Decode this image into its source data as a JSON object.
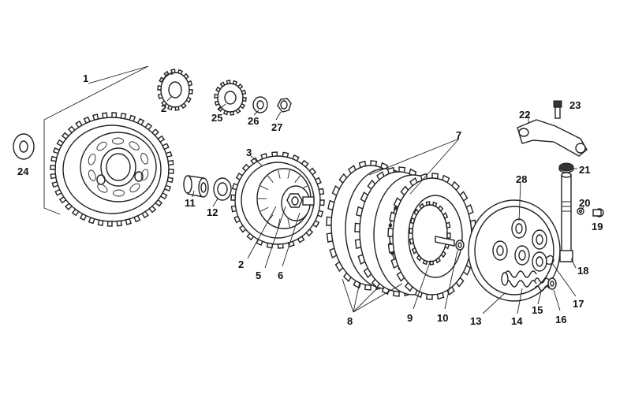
{
  "parts": [
    {
      "key": "p1",
      "label": "1"
    },
    {
      "key": "p2a",
      "label": "2"
    },
    {
      "key": "p2b",
      "label": "2"
    },
    {
      "key": "p3",
      "label": "3"
    },
    {
      "key": "p5",
      "label": "5"
    },
    {
      "key": "p6",
      "label": "6"
    },
    {
      "key": "p7",
      "label": "7"
    },
    {
      "key": "p8",
      "label": "8"
    },
    {
      "key": "p9",
      "label": "9"
    },
    {
      "key": "p10",
      "label": "10"
    },
    {
      "key": "p11",
      "label": "11"
    },
    {
      "key": "p12",
      "label": "12"
    },
    {
      "key": "p13",
      "label": "13"
    },
    {
      "key": "p14",
      "label": "14"
    },
    {
      "key": "p15",
      "label": "15"
    },
    {
      "key": "p16",
      "label": "16"
    },
    {
      "key": "p17",
      "label": "17"
    },
    {
      "key": "p18",
      "label": "18"
    },
    {
      "key": "p19",
      "label": "19"
    },
    {
      "key": "p20",
      "label": "20"
    },
    {
      "key": "p21",
      "label": "21"
    },
    {
      "key": "p22",
      "label": "22"
    },
    {
      "key": "p23",
      "label": "23"
    },
    {
      "key": "p24",
      "label": "24"
    },
    {
      "key": "p25",
      "label": "25"
    },
    {
      "key": "p26",
      "label": "26"
    },
    {
      "key": "p27",
      "label": "27"
    },
    {
      "key": "p28",
      "label": "28"
    }
  ]
}
